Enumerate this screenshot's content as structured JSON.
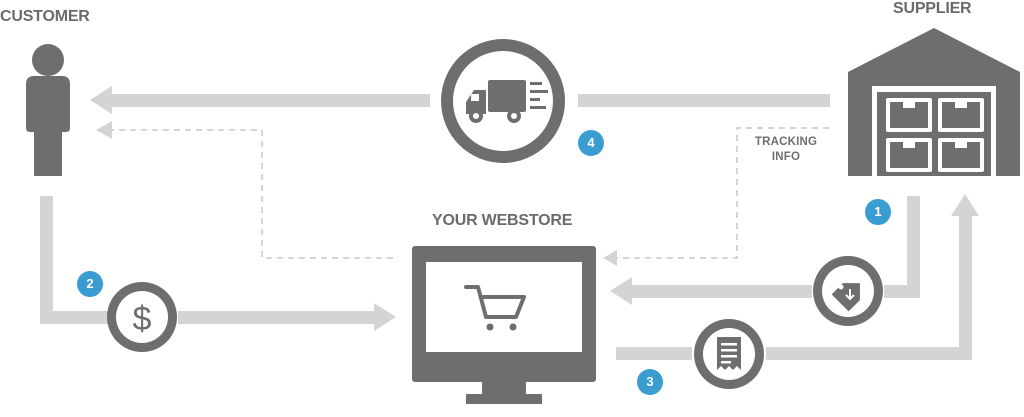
{
  "labels": {
    "customer": "CUSTOMER",
    "supplier": "SUPPLIER",
    "webstore": "YOUR WEBSTORE",
    "tracking_line1": "TRACKING",
    "tracking_line2": "INFO"
  },
  "steps": {
    "step1": "1",
    "step2": "2",
    "step3": "3",
    "step4": "4"
  },
  "icons": [
    "person-icon",
    "warehouse-icon",
    "delivery-truck-icon",
    "dollar-icon",
    "monitor-icon",
    "shopping-cart-icon",
    "price-tag-icon",
    "receipt-icon"
  ],
  "colors": {
    "dark_gray": "#6d6e70",
    "light_gray": "#d3d4d5",
    "accent_blue": "#3a9dd1"
  }
}
